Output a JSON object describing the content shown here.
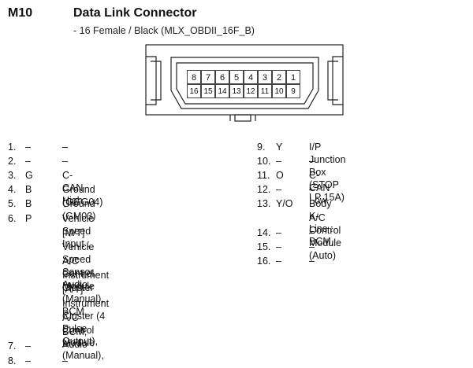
{
  "header": {
    "code": "M10",
    "title": "Data Link Connector",
    "subtitle": "- 16 Female / Black (MLX_OBDII_16F_B)"
  },
  "connector": {
    "top_row": [
      "8",
      "7",
      "6",
      "5",
      "4",
      "3",
      "2",
      "1"
    ],
    "bottom_row": [
      "16",
      "15",
      "14",
      "13",
      "12",
      "11",
      "10",
      "9"
    ]
  },
  "left_pins": [
    {
      "num": "1.",
      "wire": "–",
      "lines": [
        "–"
      ]
    },
    {
      "num": "2.",
      "wire": "–",
      "lines": [
        "–"
      ]
    },
    {
      "num": "3.",
      "wire": "G",
      "lines": [
        "C-CAN High"
      ]
    },
    {
      "num": "4.",
      "wire": "B",
      "lines": [
        "Ground (GGG04)"
      ]
    },
    {
      "num": "5.",
      "wire": "B",
      "lines": [
        "Ground (GM03)"
      ]
    },
    {
      "num": "6.",
      "wire": "P",
      "lines": [
        "Vehicle Speed Input :",
        "[M/T]",
        "Vehicle Speed Sensor, Audio,",
        "A/C Control Module (Manual), BCM,",
        "Instrument Cluster",
        "[A/T]",
        "Instrument Cluster (4 Pulse Output),",
        "A/C Control Module (Manual),",
        "BCM, Audio"
      ]
    },
    {
      "num": "7.",
      "wire": "–",
      "lines": [
        "–"
      ]
    },
    {
      "num": "8.",
      "wire": "–",
      "lines": [
        "–"
      ]
    }
  ],
  "right_pins": [
    {
      "num": "9.",
      "wire": "Y",
      "lines": [
        "I/P Junction Box (STOP LP 15A)"
      ]
    },
    {
      "num": "10.",
      "wire": "–",
      "lines": [
        "–"
      ]
    },
    {
      "num": "11.",
      "wire": "O",
      "lines": [
        "C-CAN Low"
      ]
    },
    {
      "num": "12.",
      "wire": "–",
      "lines": [
        "–"
      ]
    },
    {
      "num": "13.",
      "wire": "Y/O",
      "lines": [
        "Body K-Line : BCM,",
        "A/C Control Module (Auto)"
      ]
    },
    {
      "num": "14.",
      "wire": "–",
      "lines": [
        "–"
      ]
    },
    {
      "num": "15.",
      "wire": "–",
      "lines": [
        "–"
      ]
    },
    {
      "num": "16.",
      "wire": "–",
      "lines": [
        "–"
      ]
    }
  ]
}
